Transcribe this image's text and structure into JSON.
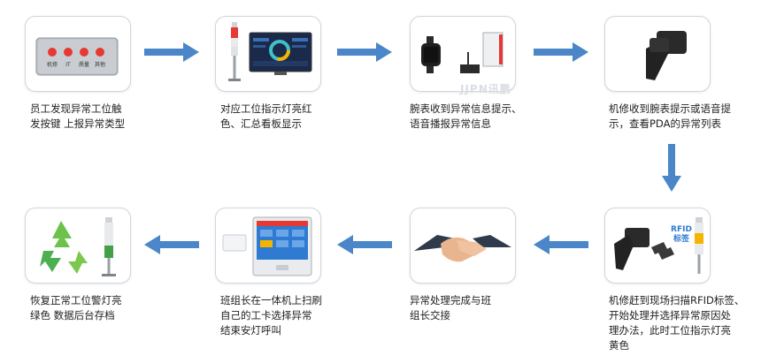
{
  "steps": [
    {
      "id": 1,
      "caption": "员工发现异常工位触\n发按键 上报异常类型",
      "image": "button-box-icon",
      "button_labels": [
        "机修",
        "IT",
        "质量",
        "其他"
      ]
    },
    {
      "id": 2,
      "caption": "对应工位指示灯亮红\n色、汇总看板显示",
      "image": "andon-light-and-dashboard-icon"
    },
    {
      "id": 3,
      "caption": "腕表收到异常信息提示、\n语音播报异常信息",
      "image": "smartwatch-and-speaker-icon"
    },
    {
      "id": 4,
      "caption": "机修收到腕表提示或语音提\n示，查看PDA的异常列表",
      "image": "pda-scanner-icon"
    },
    {
      "id": 5,
      "caption": "机修赶到现场扫描RFID标签、\n开始处理并选择异常原因处\n理办法，此时工位指示灯亮\n黄色",
      "image": "pda-rfid-tags-icon",
      "tag_label": "RFID\n标签"
    },
    {
      "id": 6,
      "caption": "异常处理完成与班\n组长交接",
      "image": "handshake-icon"
    },
    {
      "id": 7,
      "caption": "班组长在一体机上扫刷\n自己的工卡选择异常\n结束安灯呼叫",
      "image": "terminal-and-card-icon"
    },
    {
      "id": 8,
      "caption": "恢复正常工位警灯亮\n绿色 数据后台存档",
      "image": "recycle-and-green-light-icon"
    }
  ],
  "watermark": "JJPN讯鹏",
  "colors": {
    "arrow": "#4a86c8",
    "card_border": "#cfd6e0",
    "andon_red": "#e53935",
    "andon_yellow": "#f5b400",
    "andon_green": "#43a047"
  }
}
